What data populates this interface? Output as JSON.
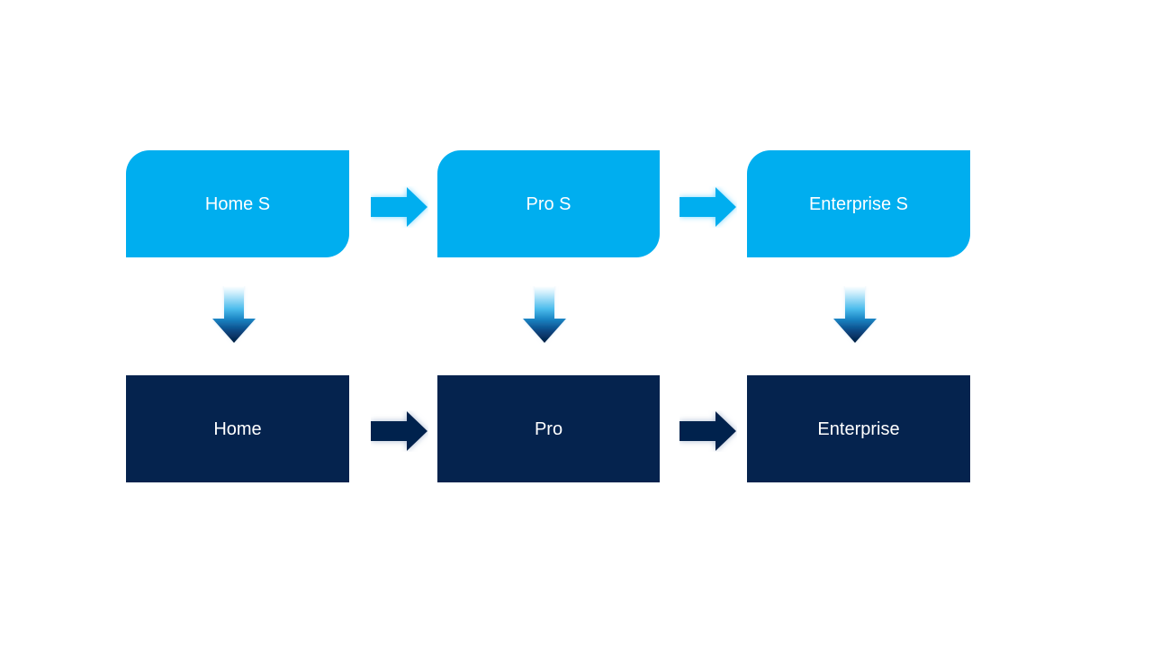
{
  "diagram": {
    "background_color": "#ffffff",
    "colors": {
      "top_box_fill": "#00aeef",
      "bottom_box_fill": "#05234e",
      "label_text": "#ffffff",
      "top_arrow_glow": "#6fd4ff",
      "bottom_arrow_glow": "#9db0cc"
    },
    "top_row": [
      {
        "label": "Home S"
      },
      {
        "label": "Pro S"
      },
      {
        "label": "Enterprise S"
      }
    ],
    "bottom_row": [
      {
        "label": "Home"
      },
      {
        "label": "Pro"
      },
      {
        "label": "Enterprise"
      }
    ]
  }
}
